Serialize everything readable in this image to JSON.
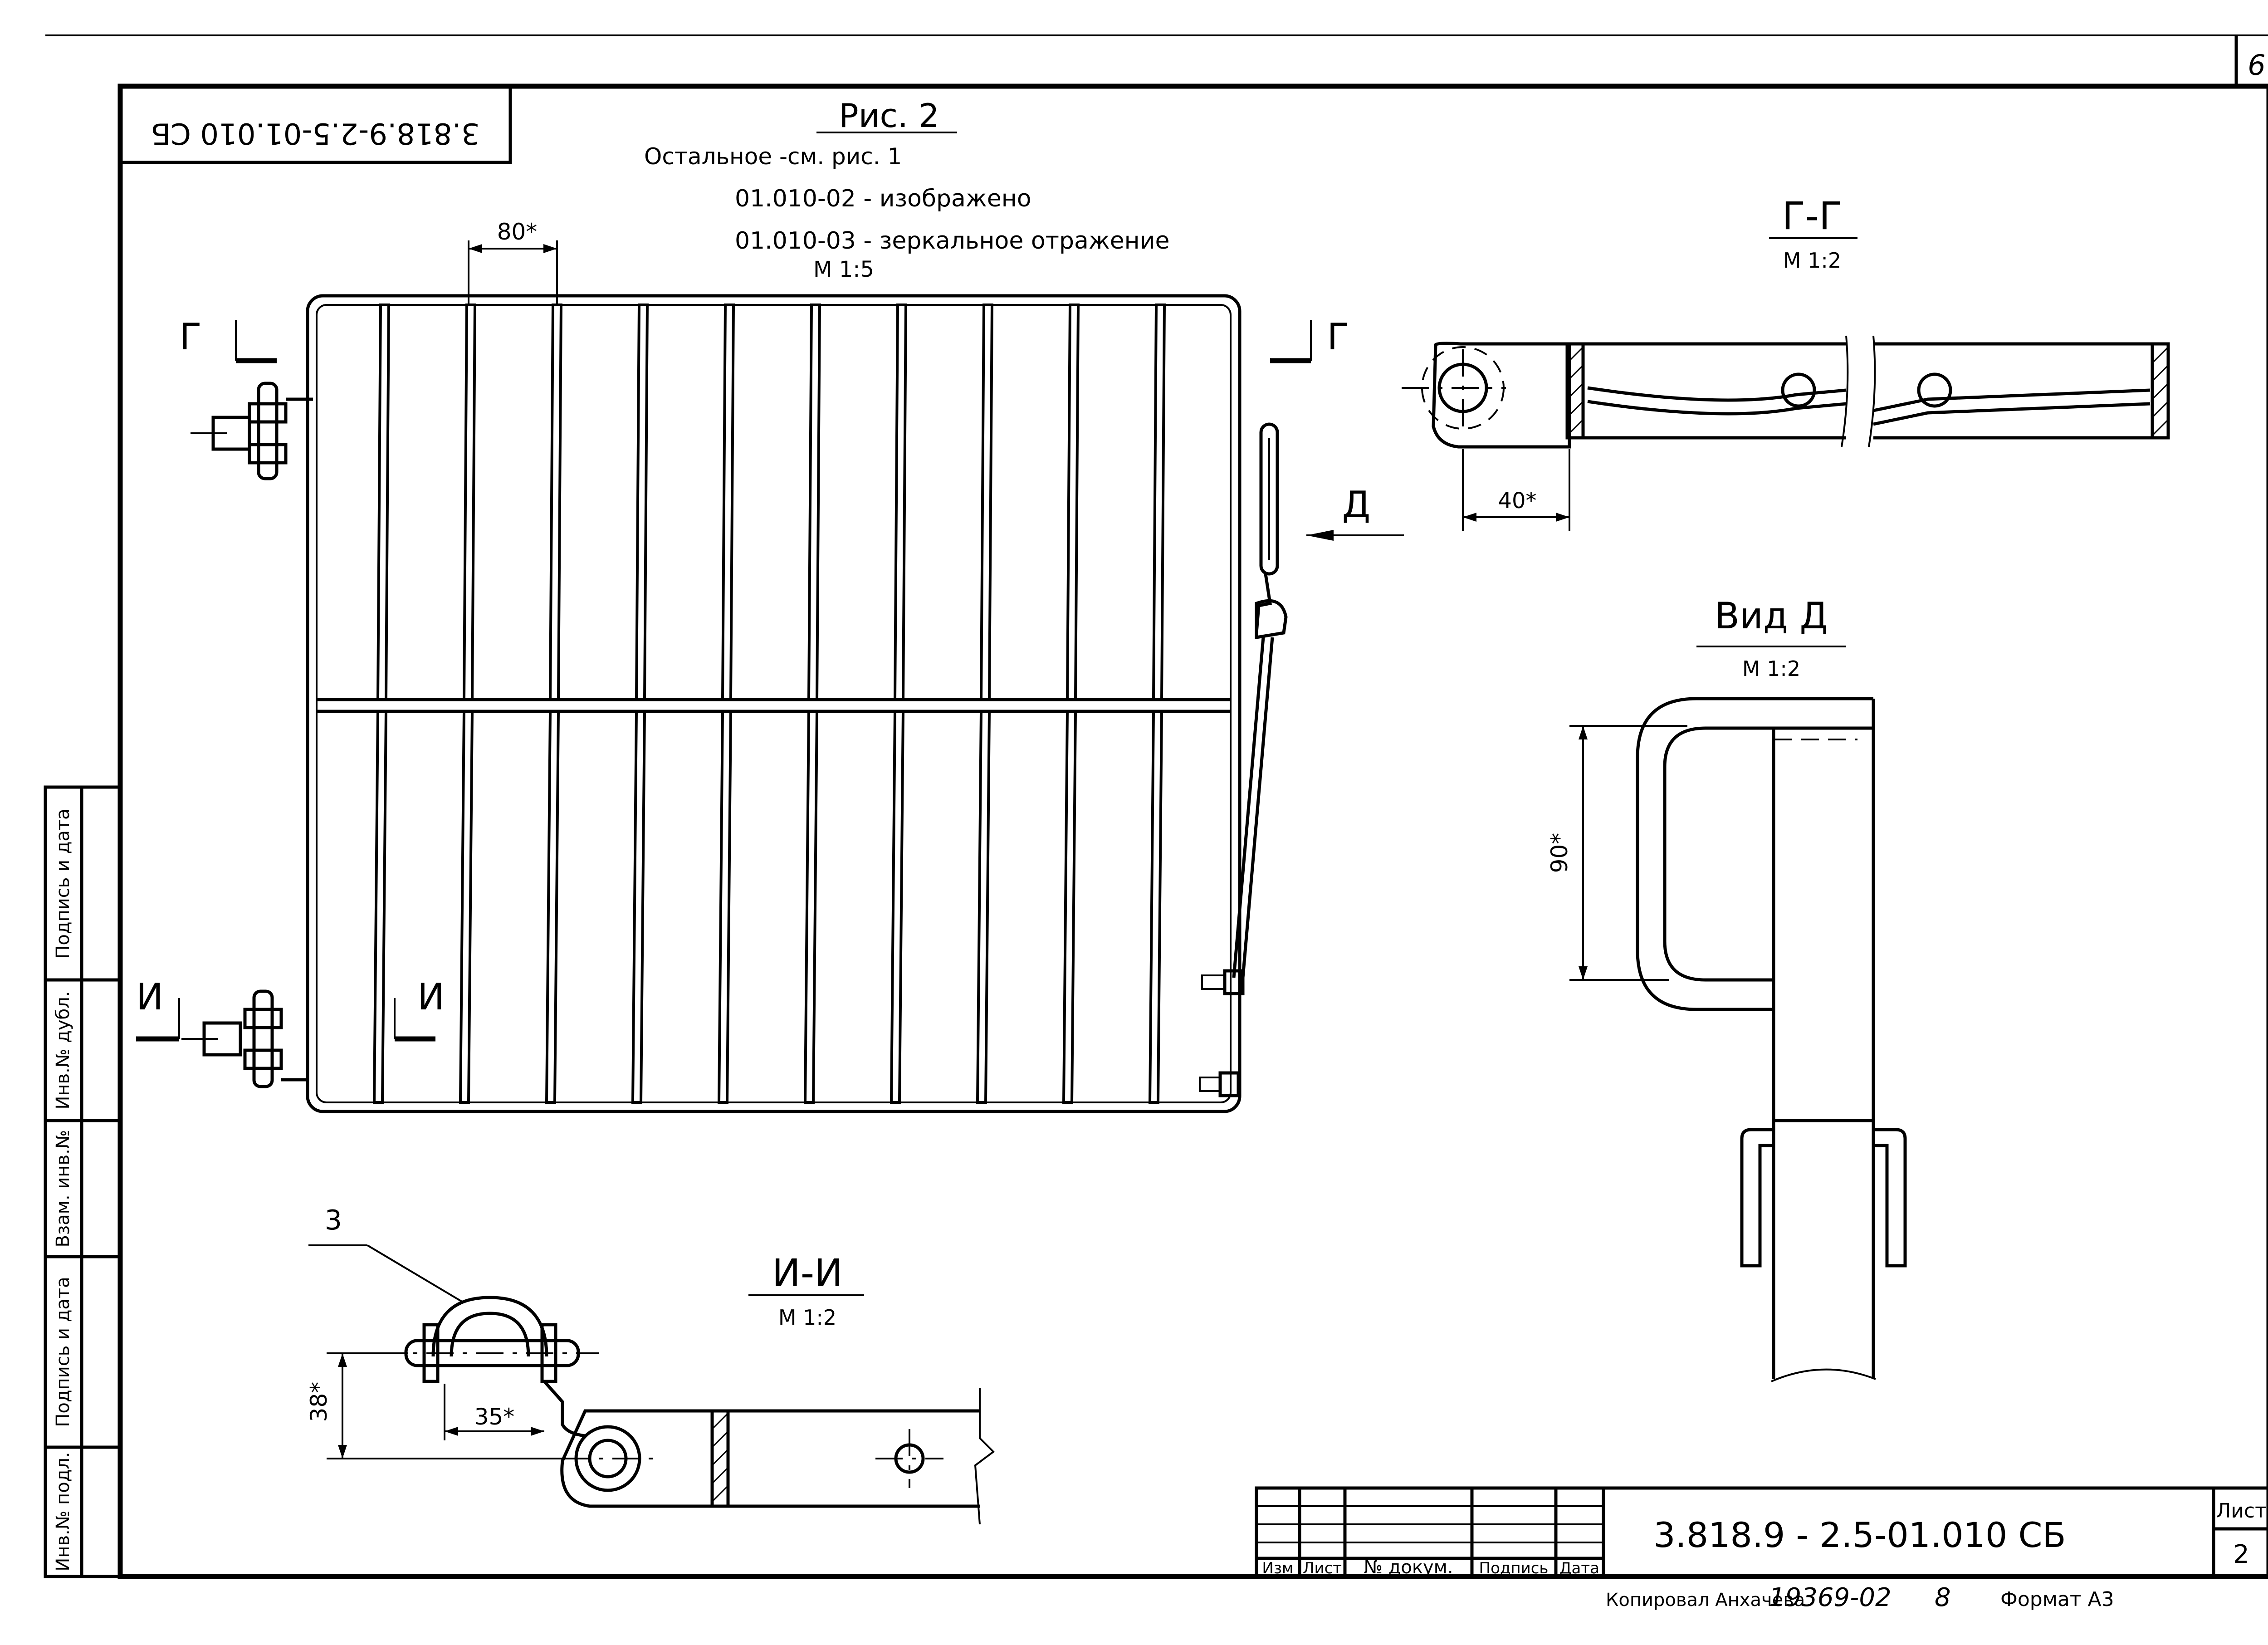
{
  "sheet_corner_number": "6",
  "corner_stamp": "3.818.9-2.5-01.010 СБ",
  "figure": {
    "title": "Рис. 2",
    "note_rest": "Остальное -см. рис. 1",
    "note_variant_02": "01.010-02 - изображено",
    "note_variant_03": "01.010-03 - зеркальное отражение",
    "scale": "М 1:5"
  },
  "main_view": {
    "dim_bar_spacing": "80*",
    "cut_g_left": "Г",
    "cut_g_right": "Г",
    "cut_i_left": "И",
    "cut_i_right": "И",
    "view_arrow_d": "Д",
    "bar_count_top": 10,
    "bar_count_bottom": 10
  },
  "section_gg": {
    "title": "Г-Г",
    "scale": "М 1:2",
    "dim_40": "40*"
  },
  "view_d": {
    "title": "Вид Д",
    "scale": "М 1:2",
    "dim_90": "90*"
  },
  "section_ii": {
    "title": "И-И",
    "scale": "М 1:2",
    "leader_3": "3",
    "dim_38": "38*",
    "dim_35": "35*"
  },
  "side_stamp": {
    "cols": [
      "Инв.№ подл.",
      "Подпись и дата",
      "Взам. инв.№",
      "Инв.№ дубл.",
      "Подпись и дата"
    ]
  },
  "title_block": {
    "col_izm": "Изм",
    "col_list": "Лист",
    "col_ndokum": "№ докум.",
    "col_podpis": "Подпись",
    "col_data": "Дата",
    "designation": "3.818.9 - 2.5-01.010 СБ",
    "sheet_label": "Лист",
    "sheet_number": "2"
  },
  "footer": {
    "copied_by": "Копировал Анхачева",
    "code": "19369-02",
    "number": "8",
    "format": "Формат А3"
  }
}
